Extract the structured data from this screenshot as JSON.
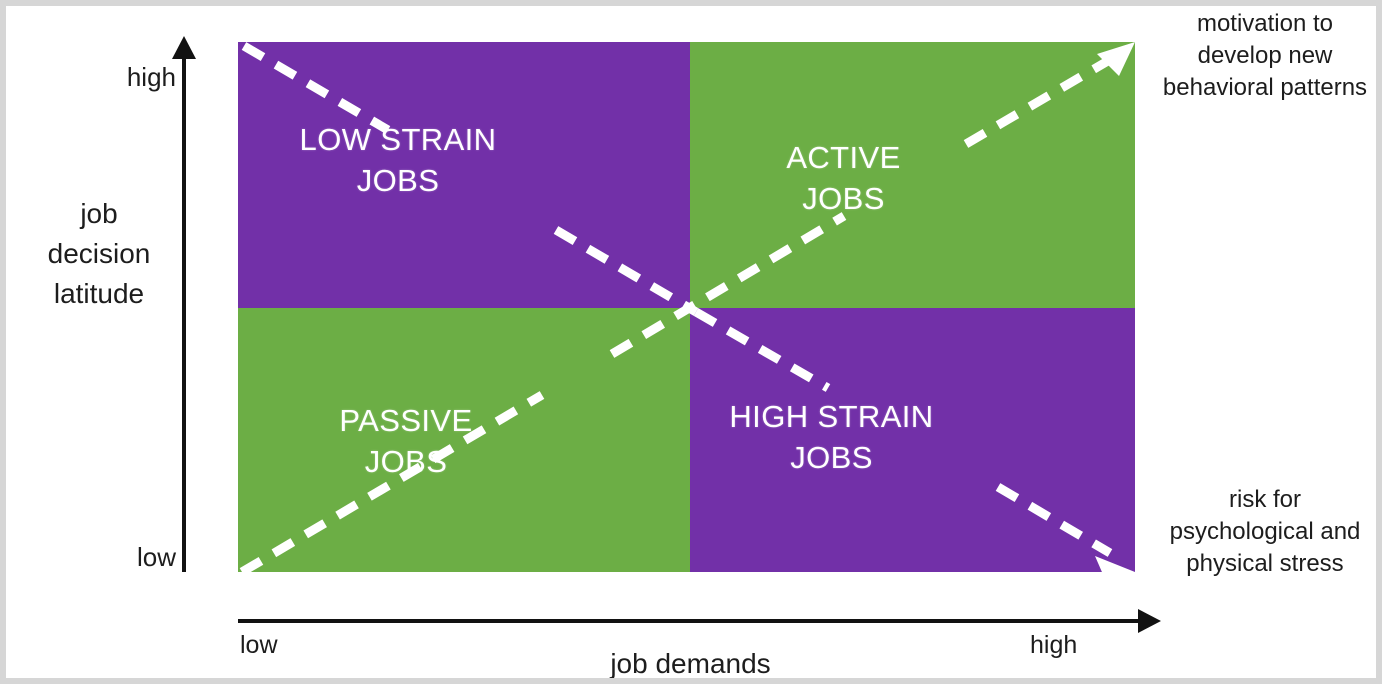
{
  "figure": {
    "title": "Job Demand-Control Model",
    "background_color": "#ffffff",
    "border_color": "#d6d6d6"
  },
  "colors": {
    "purple": "#7230A8",
    "green": "#6CAE45",
    "quadrant_label": "#ffffff",
    "axis": "#121212",
    "text": "#1d1d1d",
    "dashed_arrow": "#ffffff"
  },
  "axes": {
    "y": {
      "title": "job\ndecision\nlatitude",
      "high_label": "high",
      "low_label": "low",
      "direction": "up"
    },
    "x": {
      "title": "job demands",
      "low_label": "low",
      "high_label": "high",
      "direction": "right"
    }
  },
  "quadrants": [
    {
      "id": "low-strain-jobs",
      "label": "LOW STRAIN\nJOBS",
      "position": "top-left",
      "color": "#7230A8",
      "demands": "low",
      "latitude": "high"
    },
    {
      "id": "active-jobs",
      "label": "ACTIVE\nJOBS",
      "position": "top-right",
      "color": "#6CAE45",
      "demands": "high",
      "latitude": "high"
    },
    {
      "id": "passive-jobs",
      "label": "PASSIVE\nJOBS",
      "position": "bottom-left",
      "color": "#6CAE45",
      "demands": "low",
      "latitude": "low"
    },
    {
      "id": "high-strain-jobs",
      "label": "HIGH STRAIN\nJOBS",
      "position": "bottom-right",
      "color": "#7230A8",
      "demands": "high",
      "latitude": "low"
    }
  ],
  "annotations": {
    "top_right": "motivation to\ndevelop new\nbehavioral patterns",
    "bottom_right": "risk for\npsychological and\nphysical stress"
  },
  "diagonal_arrows": [
    {
      "id": "motivation-arrow",
      "from": "passive-jobs (bottom-left)",
      "to": "active-jobs (top-right)",
      "style": "dashed",
      "color": "#ffffff",
      "points_to": "motivation to develop new behavioral patterns"
    },
    {
      "id": "strain-arrow",
      "from": "low-strain-jobs (top-left)",
      "to": "high-strain-jobs (bottom-right)",
      "style": "dashed",
      "color": "#ffffff",
      "points_to": "risk for psychological and physical stress"
    }
  ],
  "chart_data": {
    "type": "scatter",
    "title": "Job Demand-Control Model",
    "xlabel": "job demands",
    "ylabel": "job decision latitude",
    "xlim": [
      0,
      1
    ],
    "ylim": [
      0,
      1
    ],
    "xticks": [
      "low",
      "high"
    ],
    "yticks": [
      "low",
      "high"
    ],
    "grid": false,
    "legend": "none",
    "categories": [
      "LOW STRAIN JOBS",
      "ACTIVE JOBS",
      "PASSIVE JOBS",
      "HIGH STRAIN JOBS"
    ],
    "cells": [
      {
        "label": "LOW STRAIN JOBS",
        "x": "low",
        "y": "high",
        "color": "#7230A8"
      },
      {
        "label": "ACTIVE JOBS",
        "x": "high",
        "y": "high",
        "color": "#6CAE45"
      },
      {
        "label": "PASSIVE JOBS",
        "x": "low",
        "y": "low",
        "color": "#6CAE45"
      },
      {
        "label": "HIGH STRAIN JOBS",
        "x": "high",
        "y": "low",
        "color": "#7230A8"
      }
    ],
    "annotations": [
      {
        "text": "motivation to develop new behavioral patterns",
        "at": "top-right",
        "arrow_from": [
          0,
          0
        ],
        "arrow_to": [
          1,
          1
        ]
      },
      {
        "text": "risk for psychological and physical stress",
        "at": "bottom-right",
        "arrow_from": [
          0,
          1
        ],
        "arrow_to": [
          1,
          0
        ]
      }
    ]
  }
}
